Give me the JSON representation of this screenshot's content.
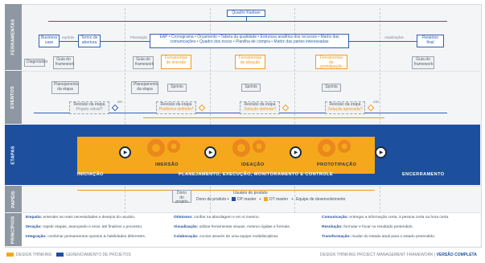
{
  "lanes": [
    "FERRAMENTAS",
    "EVENTOS",
    "ETAPAS",
    "PAPÉIS",
    "PRINCÍPIOS"
  ],
  "tools": {
    "quadro_kanban": "Quadro Kanban",
    "business_case": "Business case",
    "termo_abertura": "Termo de abertura",
    "explicit_label": "explícito",
    "diagnostico": "Diagnóstico",
    "guia_framework": "Guia do framework",
    "priorizacao_label": "Priorização",
    "backlog_label": "Atualizações",
    "artefatos": "EAP • Cronograma • Orçamento • Tabela da qualidade • Estrutura analítica dos recursos • Matriz das comunicações • Quadro dos riscos • Planilha de compra • Matriz das partes interessadas",
    "relatorio_final": "Relatório final",
    "guia_framework_2": "Guia do framework",
    "ferr_imersao": "Ferramentas de imersão",
    "ferr_ideacao": "Ferramentas de ideação",
    "ferr_prototipacao": "Ferramentas de prototipação",
    "guia_framework_3": "Guia do framework"
  },
  "events": {
    "planejamento_1": "Planejamento da etapa",
    "planejamento_2": "Planejamento da etapa",
    "revisao_1": "Revisão da etapa",
    "revisao_1_q": "Projeto viável?",
    "sprints_1": "Sprints",
    "sprints_2": "Sprints",
    "sprints_3": "Sprints",
    "revisao_2": "Revisão da etapa",
    "revisao_2_q": "Problema definido?",
    "revisao_3": "Revisão da etapa",
    "revisao_3_q": "Solução definida?",
    "revisao_4": "Revisão da etapa",
    "revisao_4_q": "Solução aprovada?",
    "sim": "sim",
    "nao": "não"
  },
  "stages": {
    "iniciacao": "INICIAÇÃO",
    "imersao": "IMERSÃO",
    "ideacao": "IDEAÇÃO",
    "prototipacao": "PROTOTIPAÇÃO",
    "planejamento": "PLANEJAMENTO, EXECUÇÃO, MONITORAMENTO E CONTROLE",
    "encerramento": "ENCERRAMENTO"
  },
  "roles": {
    "usuario": "Usuário do produto",
    "dono_projeto": "Dono do projeto",
    "dono_produto": "Dono do produto",
    "dp_master": "DP master",
    "dt_master": "DT master",
    "equipe": "Equipe de desenvolvimento"
  },
  "principles": {
    "col1": [
      {
        "term": "Empatia:",
        "desc": "entender as reais necessidades e desejos do usuário."
      },
      {
        "term": "Iteração:",
        "desc": "repetir etapas, avançando e errar, até finalizar o processo."
      },
      {
        "term": "Integração:",
        "desc": "combinar pensamentos opostos & habilidades diferentes."
      }
    ],
    "col2": [
      {
        "term": "Otimismo:",
        "desc": "confiar na abordagem e em si mesmo."
      },
      {
        "term": "Visualização:",
        "desc": "utilizar ferramentas visuais, mesmo rígidas e formais."
      },
      {
        "term": "Colaboração:",
        "desc": "cocriar através de uma equipe multidisciplinar."
      }
    ],
    "col3": [
      {
        "term": "Comunicação:",
        "desc": "entregar a informação certa, à pessoa certa na hora certa."
      },
      {
        "term": "Resolução:",
        "desc": "formular e focar no resultado pretendido."
      },
      {
        "term": "Transformação:",
        "desc": "mudar do estado atual para o estado pretendido."
      }
    ]
  },
  "footer": {
    "legend_design_thinking": "DESIGN THINKING",
    "legend_projetos": "GERENCIAMENTO DE PROJETOS",
    "framework_title": "DESIGN THINKING PROJECT MANAGEMENT FRAMEWORK",
    "versao": "VERSÃO COMPLETA"
  },
  "colors": {
    "blue": "#1d4f9f",
    "orange": "#f5a81b",
    "grey": "#8e98a3"
  }
}
